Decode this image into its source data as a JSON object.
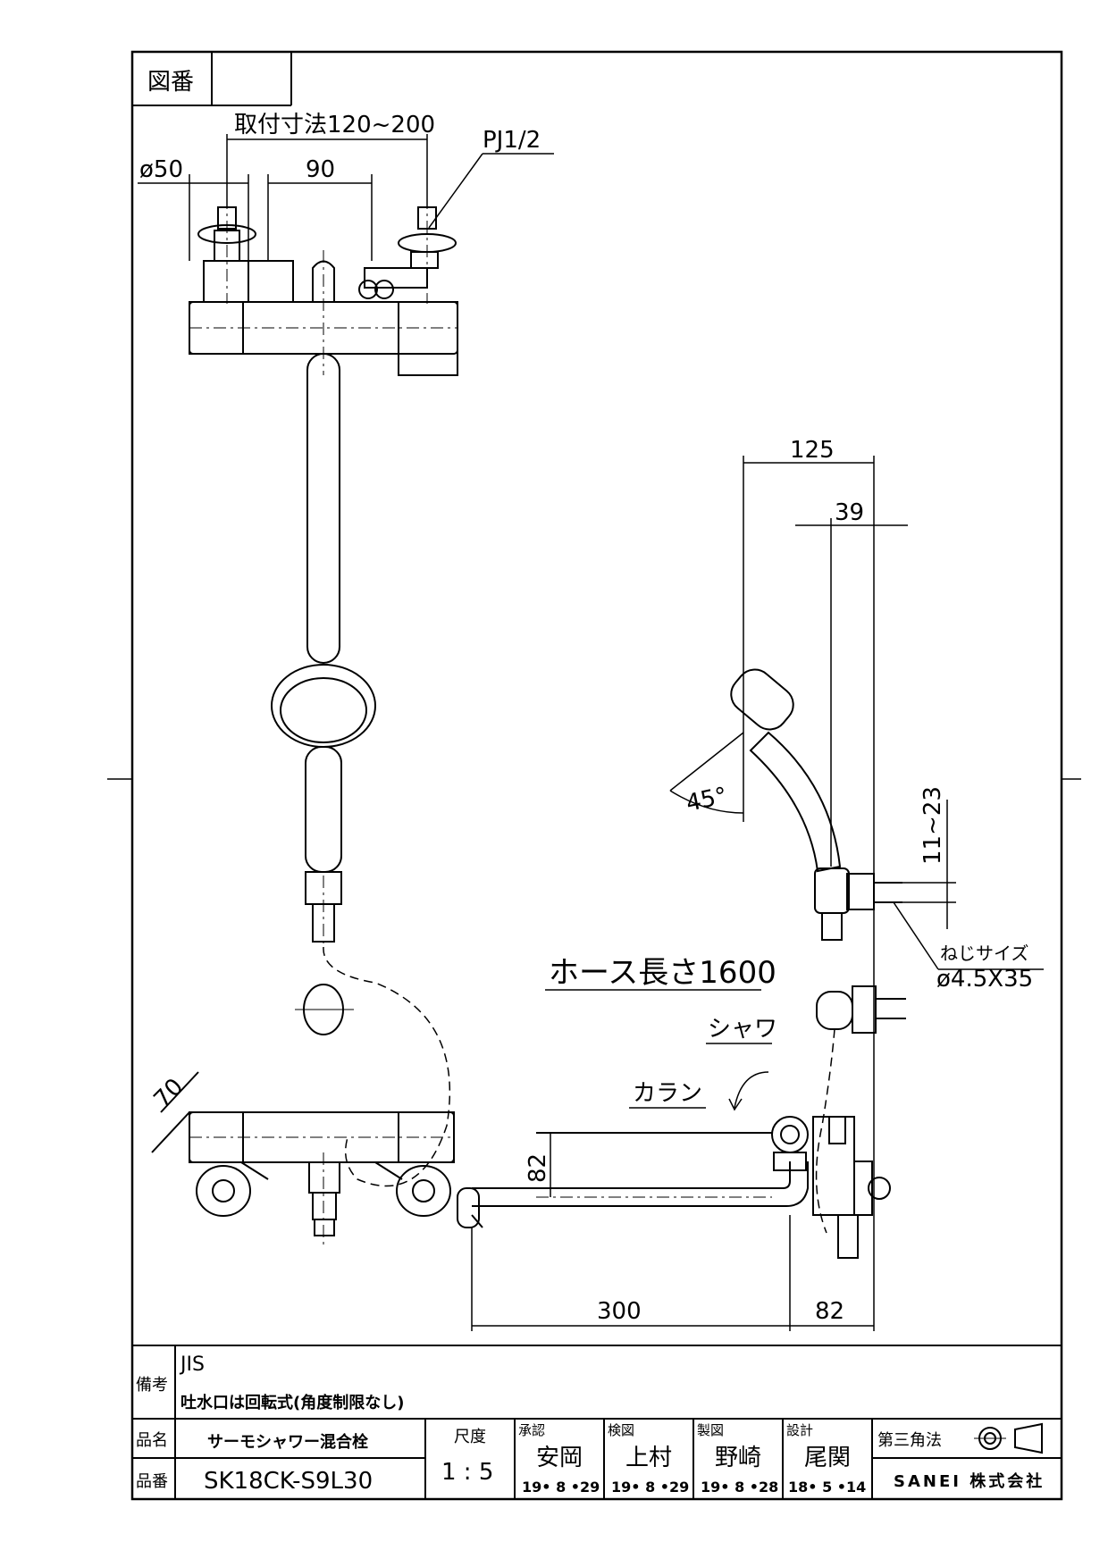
{
  "frame": {
    "drawing_no_label": "図番",
    "drawing_no_value": ""
  },
  "dimensions": {
    "mount_pitch": "取付寸法120~200",
    "pipe_thread": "PJ1/2",
    "phi50": "ø50",
    "d90": "90",
    "d125": "125",
    "d39": "39",
    "d11_23": "11~23",
    "angle45": "45°",
    "screw_size_label": "ねじサイズ",
    "screw_size_value": "ø4.5X35",
    "hose_length": "ホース長さ1600",
    "shower": "シャワ",
    "karan": "カラン",
    "d70": "70",
    "d82_vertical": "82",
    "d300": "300",
    "d82_horizontal": "82"
  },
  "title_block": {
    "remarks_label": "備考",
    "remarks_line1": "JIS",
    "remarks_line2": "吐水口は回転式(角度制限なし)",
    "product_name_label": "品名",
    "product_name": "サーモシャワー混合栓",
    "product_no_label": "品番",
    "product_no": "SK18CK-S9L30",
    "scale_label": "尺度",
    "scale_value": "1 : 5",
    "approved_label": "承認",
    "approved_name": "安岡",
    "approved_date": "19• 8 •29",
    "checked_label": "検図",
    "checked_name": "上村",
    "checked_date": "19• 8 •29",
    "drawn_label": "製図",
    "drawn_name": "野崎",
    "drawn_date": "19• 8 •28",
    "designed_label": "設計",
    "designed_name": "尾関",
    "designed_date": "18• 5 •14",
    "projection_label": "第三角法",
    "company": "SANEI 株式会社"
  },
  "colors": {
    "line": "#000000",
    "paper": "#ffffff"
  }
}
